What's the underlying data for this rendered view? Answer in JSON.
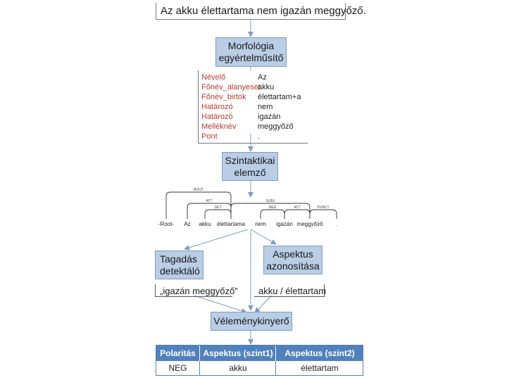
{
  "sentence": "Az akku élettartama nem igazán meggyőző.",
  "stages": {
    "morph": [
      "Morfológia",
      "egyértelműsítő"
    ],
    "syntax": [
      "Szintaktikai",
      "elemző"
    ],
    "negation": [
      "Tagadás",
      "detektáló"
    ],
    "aspect": [
      "Aspektus",
      "azonosítása"
    ],
    "opinion": "Véleménykinyerő"
  },
  "tokens": [
    {
      "tag": "Névelő",
      "word": "Az"
    },
    {
      "tag": "Főnév_alanyeset",
      "word": "akku"
    },
    {
      "tag": "Főnév_birtok",
      "word": "élettartam+a"
    },
    {
      "tag": "Határozó",
      "word": "nem"
    },
    {
      "tag": "Határozó",
      "word": "igazán"
    },
    {
      "tag": "Melléknév",
      "word": "meggyőző"
    },
    {
      "tag": "Pont",
      "word": "."
    }
  ],
  "dependency": {
    "words": [
      "-Root-",
      "Az",
      "akku",
      "élettartama",
      "nem",
      "igazán",
      "meggyőző",
      "."
    ],
    "arc_labels": [
      "ROOT",
      "ATT",
      "DET",
      "SUBJ",
      "NEG",
      "ATT",
      "PUNCT"
    ]
  },
  "results": {
    "negation": "„igazán meggyőző”",
    "aspect": "akku / élettartam"
  },
  "result_table": {
    "headers": [
      "Polaritás",
      "Aspektus (szint1)",
      "Aspektus (szint2)"
    ],
    "row": [
      "NEG",
      "akku",
      "élettartam"
    ]
  },
  "colors": {
    "stage_fill": "#b9cde5",
    "stage_border": "#7f9cc0",
    "tag_red": "#c0392b",
    "table_header": "#4f81bd"
  }
}
